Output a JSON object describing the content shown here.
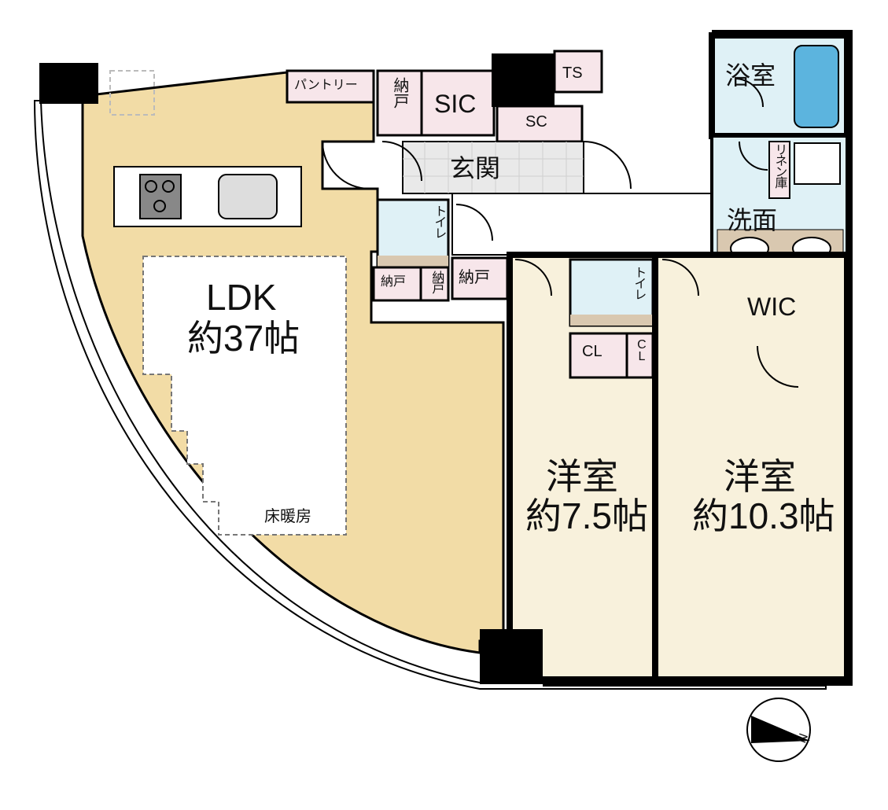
{
  "rooms": {
    "ldk": {
      "name": "LDK",
      "size": "約37帖",
      "floor_heating": "床暖房"
    },
    "western_a": {
      "name": "洋室",
      "size": "約7.5帖"
    },
    "western_b": {
      "name": "洋室",
      "size": "約10.3帖"
    }
  },
  "labels": {
    "pantry": "パントリー",
    "storage_top": "納戸",
    "sic": "SIC",
    "ts": "TS",
    "sc": "SC",
    "entrance": "玄関",
    "bathroom": "浴室",
    "linen": "リネン庫",
    "washroom": "洗面",
    "toilet_a": "トイレ",
    "storage_left": "納戸",
    "storage_left_small": "納戸",
    "storage_mid": "納戸",
    "toilet_b": "トイレ",
    "wic": "WIC",
    "cl": "CL",
    "cl_small": "CL"
  },
  "compass": {
    "north_label": "N"
  },
  "colors": {
    "ldk_floor": "#f2dca6",
    "western_floor": "#f8f1dc",
    "wet_area": "#dff1f6",
    "storage": "#f7e6ea",
    "wall": "#000000",
    "balcony": "#ffffff"
  }
}
